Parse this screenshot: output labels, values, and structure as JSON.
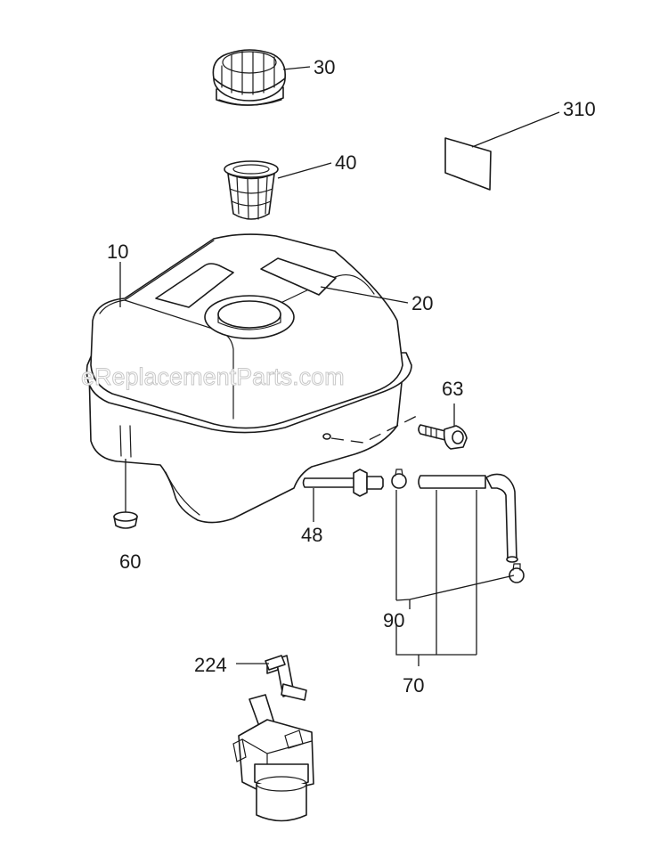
{
  "watermark": "eReplacementParts.com",
  "callouts": {
    "c10": "10",
    "c20": "20",
    "c30": "30",
    "c40": "40",
    "c48": "48",
    "c60": "60",
    "c63": "63",
    "c70": "70",
    "c90": "90",
    "c224": "224",
    "c310": "310"
  }
}
